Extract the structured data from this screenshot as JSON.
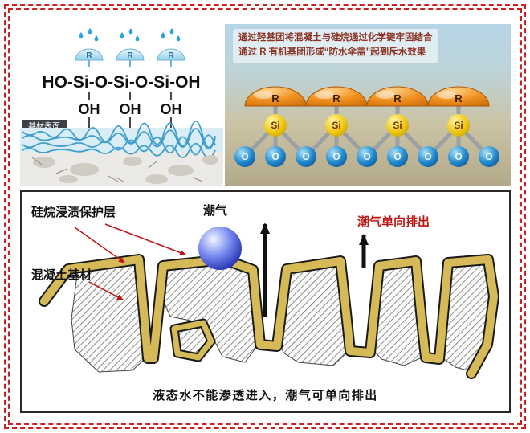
{
  "top_left": {
    "formula": "HO-Si-O-Si-O-Si-OH",
    "oh": "OH",
    "r": "R",
    "substrate_label": "基材表面"
  },
  "top_right": {
    "caption_line1": "通过羟基团将混凝土与硅烷通过化学键牢固结合",
    "caption_line2": "通过 R 有机基团形成“防水伞盖”起到斥水效果",
    "r": "R",
    "si": "Si",
    "o": "O"
  },
  "bottom": {
    "coating_label": "硅烷浸渍保护层",
    "substrate_label": "混凝土基材",
    "moisture_label": "潮气",
    "one_way_label": "潮气单向排出",
    "caption": "液态水不能渗透进入，潮气可单向排出"
  },
  "colors": {
    "border_red": "#cf1f1f",
    "dome_orange": "#ef8f1e",
    "si_yellow": "#eec715",
    "o_blue": "#1a7abf",
    "coating_tan": "#d6ba57",
    "annotation_red": "#c11414"
  }
}
